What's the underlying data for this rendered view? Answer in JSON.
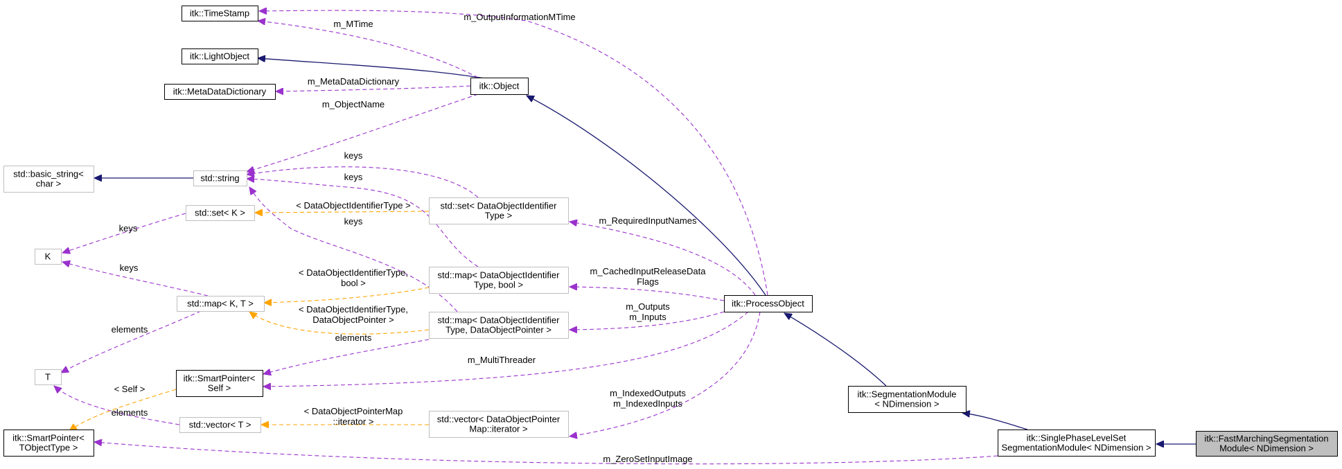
{
  "nodes": {
    "timestamp": [
      "itk::TimeStamp"
    ],
    "lightobject": [
      "itk::LightObject"
    ],
    "metadatadict": [
      "itk::MetaDataDictionary"
    ],
    "object": [
      "itk::Object"
    ],
    "basic_string": [
      "std::basic_string<",
      "char >"
    ],
    "string": [
      "std::string"
    ],
    "set_dataobj": [
      "std::set< DataObjectIdentifier",
      "Type >"
    ],
    "set_k": [
      "std::set< K >"
    ],
    "k": [
      "K"
    ],
    "map_dataobj_bool": [
      "std::map< DataObjectIdentifier",
      "Type, bool >"
    ],
    "map_kt": [
      "std::map< K, T >"
    ],
    "map_dataobj_ptr": [
      "std::map< DataObjectIdentifier",
      "Type, DataObjectPointer >"
    ],
    "t": [
      "T"
    ],
    "smartptr_self": [
      "itk::SmartPointer<",
      "Self >"
    ],
    "smartptr_tobj": [
      "itk::SmartPointer<",
      "TObjectType >"
    ],
    "vector_t": [
      "std::vector< T >"
    ],
    "vector_ptrmap": [
      "std::vector< DataObjectPointer",
      "Map::iterator >"
    ],
    "processobject": [
      "itk::ProcessObject"
    ],
    "segmodule": [
      "itk::SegmentationModule",
      "< NDimension >"
    ],
    "singlephase": [
      "itk::SinglePhaseLevelSet",
      "SegmentationModule< NDimension >"
    ],
    "fastmarching": [
      "itk::FastMarchingSegmentation",
      "Module< NDimension >"
    ]
  },
  "edge_labels": {
    "m_OutputInformationMTime": [
      "m_OutputInformationMTime"
    ],
    "m_MTime": [
      "m_MTime"
    ],
    "m_MetaDataDictionary": [
      "m_MetaDataDictionary"
    ],
    "m_ObjectName": [
      "m_ObjectName"
    ],
    "keys_set_string": [
      "keys"
    ],
    "keys_map_bool_string": [
      "keys"
    ],
    "keys_map_ptr_string": [
      "keys"
    ],
    "templ_set": [
      "< DataObjectIdentifierType >"
    ],
    "keys_setk_k": [
      "keys"
    ],
    "keys_map_k": [
      "keys"
    ],
    "m_RequiredInputNames": [
      "m_RequiredInputNames"
    ],
    "m_CachedInputReleaseDataFlags": [
      "m_CachedInputReleaseData",
      "Flags"
    ],
    "templ_map_bool": [
      "< DataObjectIdentifierType,",
      "bool >"
    ],
    "templ_map_ptr": [
      "< DataObjectIdentifierType,",
      "DataObjectPointer >"
    ],
    "m_Outputs_Inputs": [
      "m_Outputs",
      "m_Inputs"
    ],
    "elements_map_t": [
      "elements"
    ],
    "elements_map_smart": [
      "elements"
    ],
    "m_MultiThreader": [
      "m_MultiThreader"
    ],
    "templ_self": [
      "< Self >"
    ],
    "elements_vector_t": [
      "elements"
    ],
    "templ_vector": [
      "< DataObjectPointerMap",
      "::iterator >"
    ],
    "m_IndexedOutputs_Inputs": [
      "m_IndexedOutputs",
      "m_IndexedInputs"
    ],
    "m_ZeroSetInputImage": [
      "m_ZeroSetInputImage"
    ]
  },
  "colors": {
    "inheritance": "#191970",
    "usage": "#9a32cd",
    "template": "#ffa500",
    "focus_fill": "#bfbfbf",
    "gray_border": "#bfbfbf"
  }
}
